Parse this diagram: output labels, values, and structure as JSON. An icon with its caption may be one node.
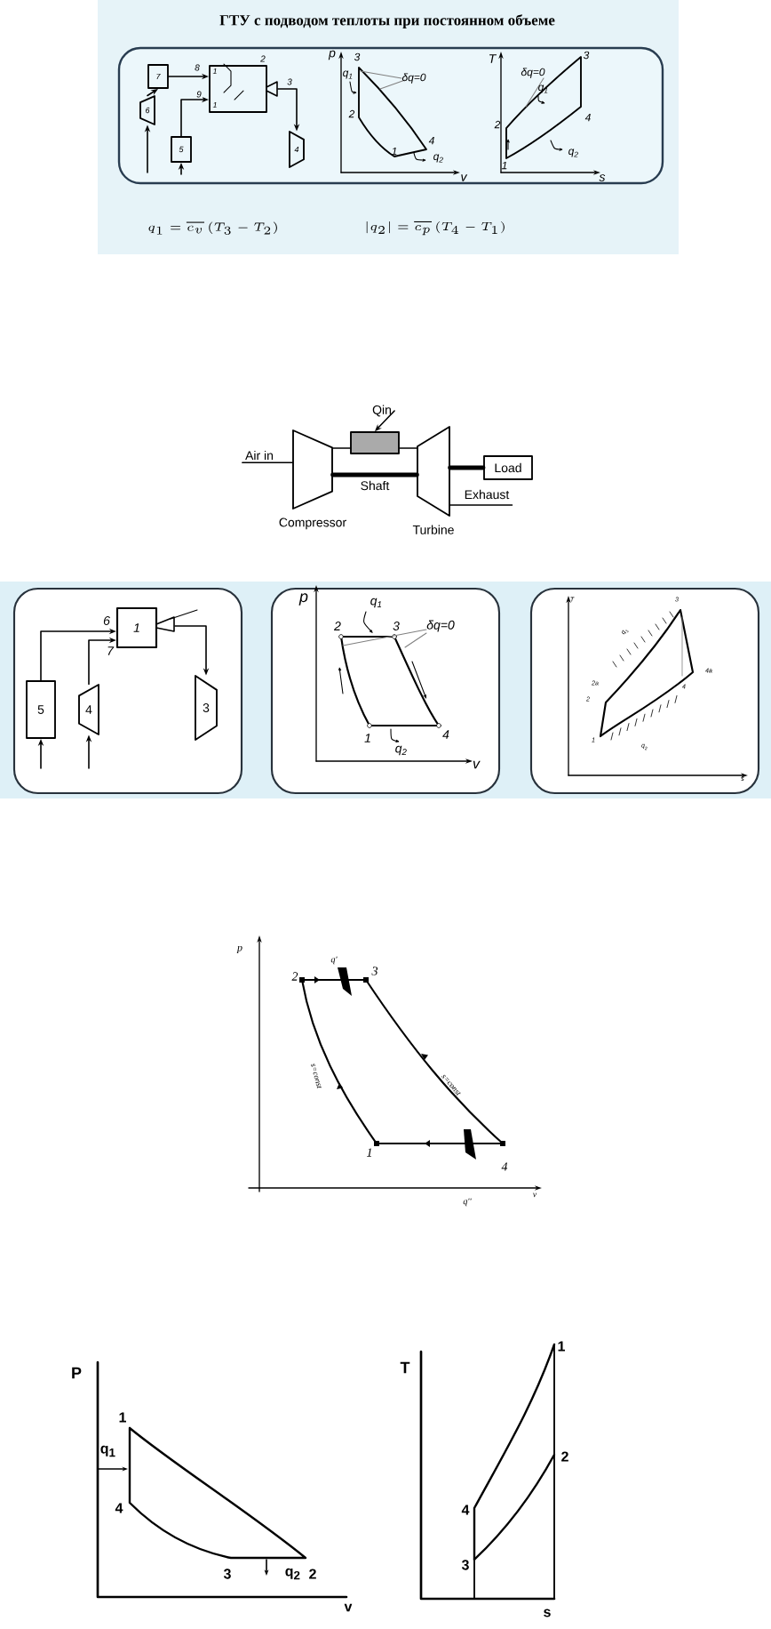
{
  "diagram": {
    "title": "ГТУ с подводом теплоты при постоянном объеме",
    "nodes": [
      {
        "text": [
          "7"
        ]
      },
      {
        "text": [
          "6"
        ]
      },
      {
        "text": [],
        "shape": "box",
        "beside": [
          "2",
          "3"
        ]
      },
      {
        "text": [
          "5"
        ]
      },
      {
        "text": [
          "4"
        ]
      },
      {
        "text": [
          "Qin"
        ]
      },
      {
        "text": [
          "Air in"
        ]
      },
      {
        "text": [
          "Compressor"
        ]
      },
      {
        "text": [],
        "shape": "box"
      },
      {
        "text": [
          "Turbine"
        ]
      },
      {
        "text": [
          "Load"
        ]
      },
      {
        "text": [
          "Exhaust"
        ]
      },
      {
        "text": [
          "1"
        ]
      },
      {
        "text": [
          "5"
        ]
      },
      {
        "text": [
          "4"
        ]
      },
      {
        "text": [
          "3"
        ]
      }
    ],
    "edges": [
      {
        "from": 1,
        "to": 0,
        "arrow": "to"
      },
      {
        "from": 0,
        "to": 2,
        "arrow": "to",
        "label": "8"
      },
      {
        "from": 3,
        "to": 2,
        "arrow": "to",
        "label": "9"
      },
      {
        "from": 2,
        "to": 4,
        "arrow": "to"
      },
      {
        "from": 5,
        "to": 8,
        "arrow": "to"
      },
      {
        "from": 6,
        "to": 7,
        "arrow": "none"
      },
      {
        "from": 7,
        "to": 8,
        "arrow": "none"
      },
      {
        "from": 8,
        "to": 9,
        "arrow": "none"
      },
      {
        "from": 7,
        "to": 9,
        "arrow": "none",
        "label": "Shaft",
        "style": "thick"
      },
      {
        "from": 9,
        "to": 10,
        "arrow": "none",
        "style": "thick"
      },
      {
        "from": 9,
        "to": 11,
        "arrow": "none"
      },
      {
        "from": 13,
        "to": 12,
        "arrow": "to",
        "label": "6"
      },
      {
        "from": 14,
        "to": 12,
        "arrow": "to",
        "label": "7"
      },
      {
        "from": 12,
        "to": 15,
        "arrow": "to"
      },
      {
        "from": null,
        "to": 13,
        "arrow": "to"
      },
      {
        "from": null,
        "to": 14,
        "arrow": "to"
      },
      {
        "from": null,
        "to": 3,
        "arrow": "to"
      },
      {
        "from": null,
        "to": 1,
        "arrow": "to"
      }
    ],
    "labels": [
      "p",
      "3",
      "q$_{1}$",
      "δq=0",
      "2",
      "4",
      "1",
      "q$_{2}$",
      "v",
      "T",
      "3",
      "δq=0",
      "q$_{1}$",
      "2",
      "4",
      "q$_{2}$",
      "1",
      "s",
      "1",
      "1",
      "q_1 = \\overline{c_v}\\left(T_3 - T_2\\right)",
      "\\left|q_2\\right| = \\overline{c_p}\\left(T_4 - T_1\\right)",
      "p",
      "q$_{1}$",
      "2",
      "3",
      "δq=0",
      "1",
      "4",
      "q$_{2}$",
      "v",
      "T",
      "3",
      "q$_{1}$",
      "2a",
      "2",
      "4a",
      "4",
      "q$_{2}$",
      "1",
      "s",
      "p",
      "2",
      "q'",
      "3",
      "s=const",
      "s=const",
      "1",
      "4",
      "q''",
      "v",
      "P",
      "1",
      "q$_{1}$",
      "4",
      "3",
      "q$_{2}$",
      "2",
      "v",
      "T",
      "1",
      "2",
      "4",
      "3",
      "s"
    ]
  }
}
